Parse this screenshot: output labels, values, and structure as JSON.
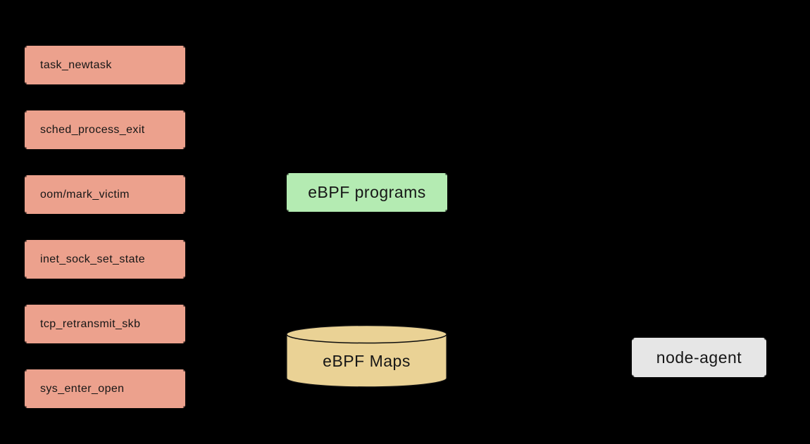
{
  "diagram": {
    "colors": {
      "background": "#000000",
      "hook-fill": "#ECA18D",
      "programs-fill": "#B4EBB2",
      "maps-fill": "#EAD295",
      "agent-fill": "#E6E6E6",
      "text": "#161616",
      "stroke": "#0D0D0D"
    },
    "hooks": [
      {
        "label": "task_newtask"
      },
      {
        "label": "sched_process_exit"
      },
      {
        "label": "oom/mark_victim"
      },
      {
        "label": "inet_sock_set_state"
      },
      {
        "label": "tcp_retransmit_skb"
      },
      {
        "label": "sys_enter_open"
      }
    ],
    "programs": {
      "label": "eBPF programs"
    },
    "maps": {
      "label": "eBPF Maps",
      "shape": "database-cylinder"
    },
    "agent": {
      "label": "node-agent"
    }
  }
}
